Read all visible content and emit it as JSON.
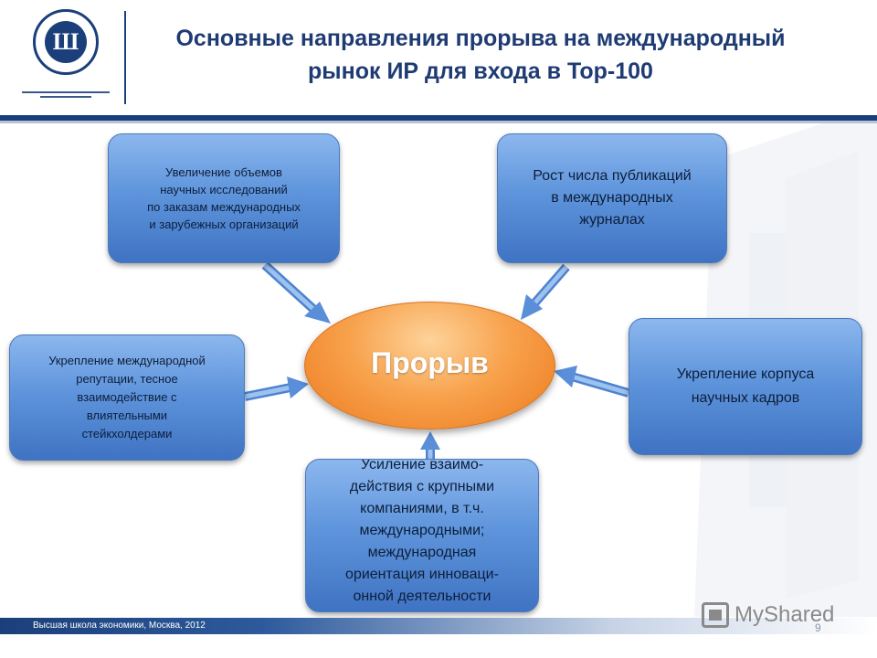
{
  "header": {
    "title_line1": "Основные направления прорыва на международный",
    "title_line2": "рынок ИР для входа в Top-100",
    "logo_letter": "Ш"
  },
  "diagram": {
    "center": "Прорыв",
    "top_left": "Увеличение объемов\nнаучных исследований\nпо заказам международных\nи зарубежных организаций",
    "top_right": "Рост числа публикаций\nв международных\nжурналах",
    "mid_left": "Укрепление международной\nрепутации, тесное\nвзаимодействие с\nвлиятельными\nстейкхолдерами",
    "mid_right": "Укрепление корпуса\nнаучных кадров",
    "bottom": "Усиление взаимо-\nдействия с крупными\nкомпаниями, в т.ч.\nмеждународными;\nмеждународная\nориентация инноваци-\nонной деятельности"
  },
  "footer": {
    "text": "Высшая школа экономики, Москва, 2012",
    "page_number": "9",
    "watermark": "MyShared"
  },
  "colors": {
    "brand": "#1b3f7a",
    "box": "#5f95dc",
    "center": "#f8a24d"
  }
}
